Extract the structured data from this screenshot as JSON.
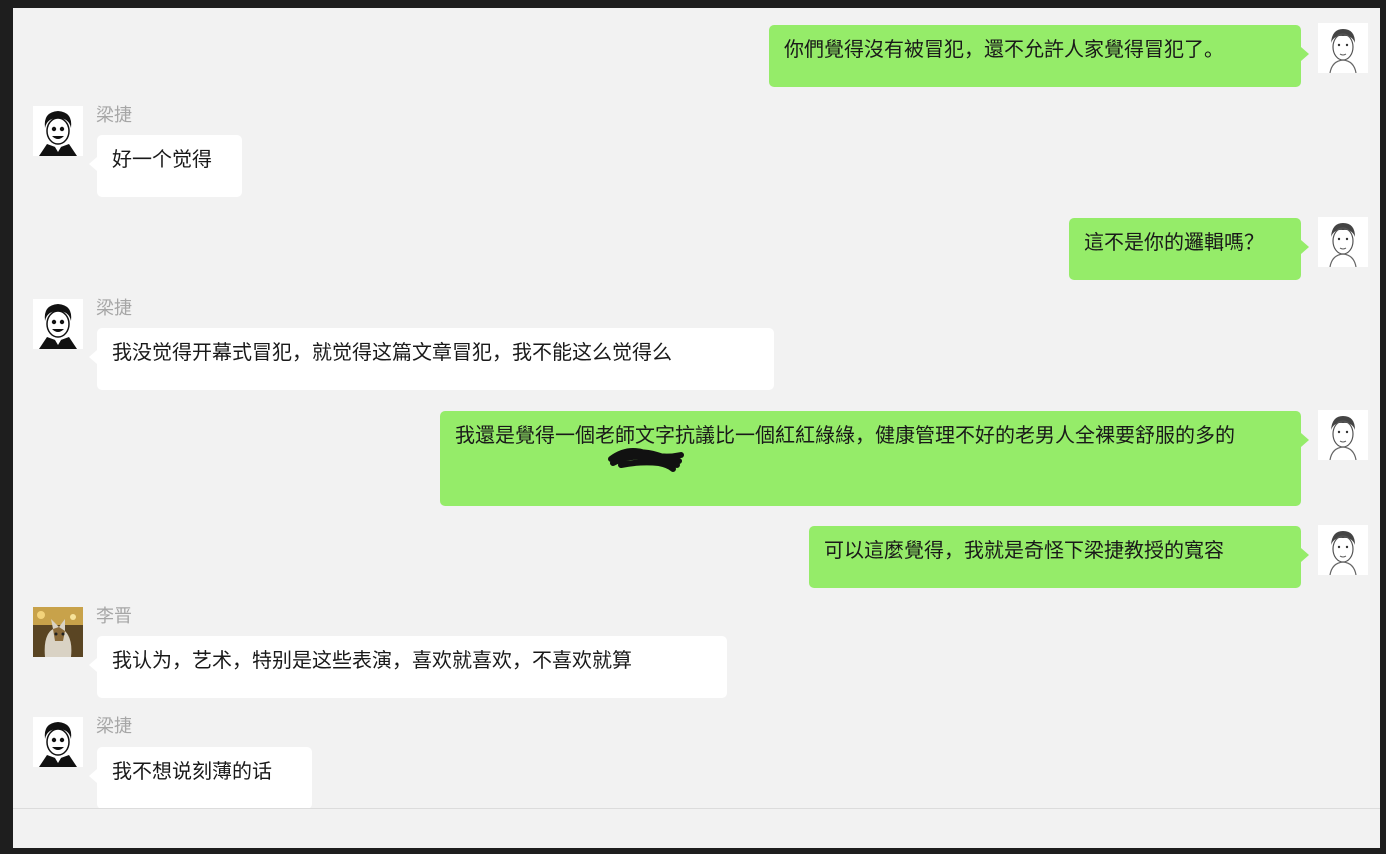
{
  "messages": [
    {
      "side": "out",
      "sender": "",
      "text": "你們覺得沒有被冒犯，還不允許人家覺得冒犯了。",
      "avatar_icon": "face-sketch-avatar-icon"
    },
    {
      "side": "in",
      "sender": "梁捷",
      "text": "好一个觉得",
      "avatar_icon": "cartoon-man-avatar-icon"
    },
    {
      "side": "out",
      "sender": "",
      "text": "這不是你的邏輯嗎？",
      "avatar_icon": "face-sketch-avatar-icon"
    },
    {
      "side": "in",
      "sender": "梁捷",
      "text": "我没觉得开幕式冒犯，就觉得这篇文章冒犯，我不能这么觉得么",
      "avatar_icon": "cartoon-man-avatar-icon"
    },
    {
      "side": "out",
      "sender": "",
      "text": "我還是覺得一個老師文字抗議比一個紅紅綠綠，健康管理不好的老男人全裸要舒服的多的",
      "avatar_icon": "face-sketch-avatar-icon"
    },
    {
      "side": "out",
      "sender": "",
      "text": "可以這麼覺得，我就是奇怪下梁捷教授的寬容",
      "avatar_icon": "face-sketch-avatar-icon"
    },
    {
      "side": "in",
      "sender": "李晋",
      "text": "我认为，艺术，特别是这些表演，喜欢就喜欢，不喜欢就算",
      "avatar_icon": "cat-photo-avatar-icon"
    },
    {
      "side": "in",
      "sender": "梁捷",
      "text": "我不想说刻薄的话",
      "avatar_icon": "cartoon-man-avatar-icon"
    }
  ],
  "colors": {
    "outgoing_bubble": "#95ec69",
    "incoming_bubble": "#ffffff",
    "background": "#f2f2f2",
    "sender_name": "#a6a6a6"
  }
}
